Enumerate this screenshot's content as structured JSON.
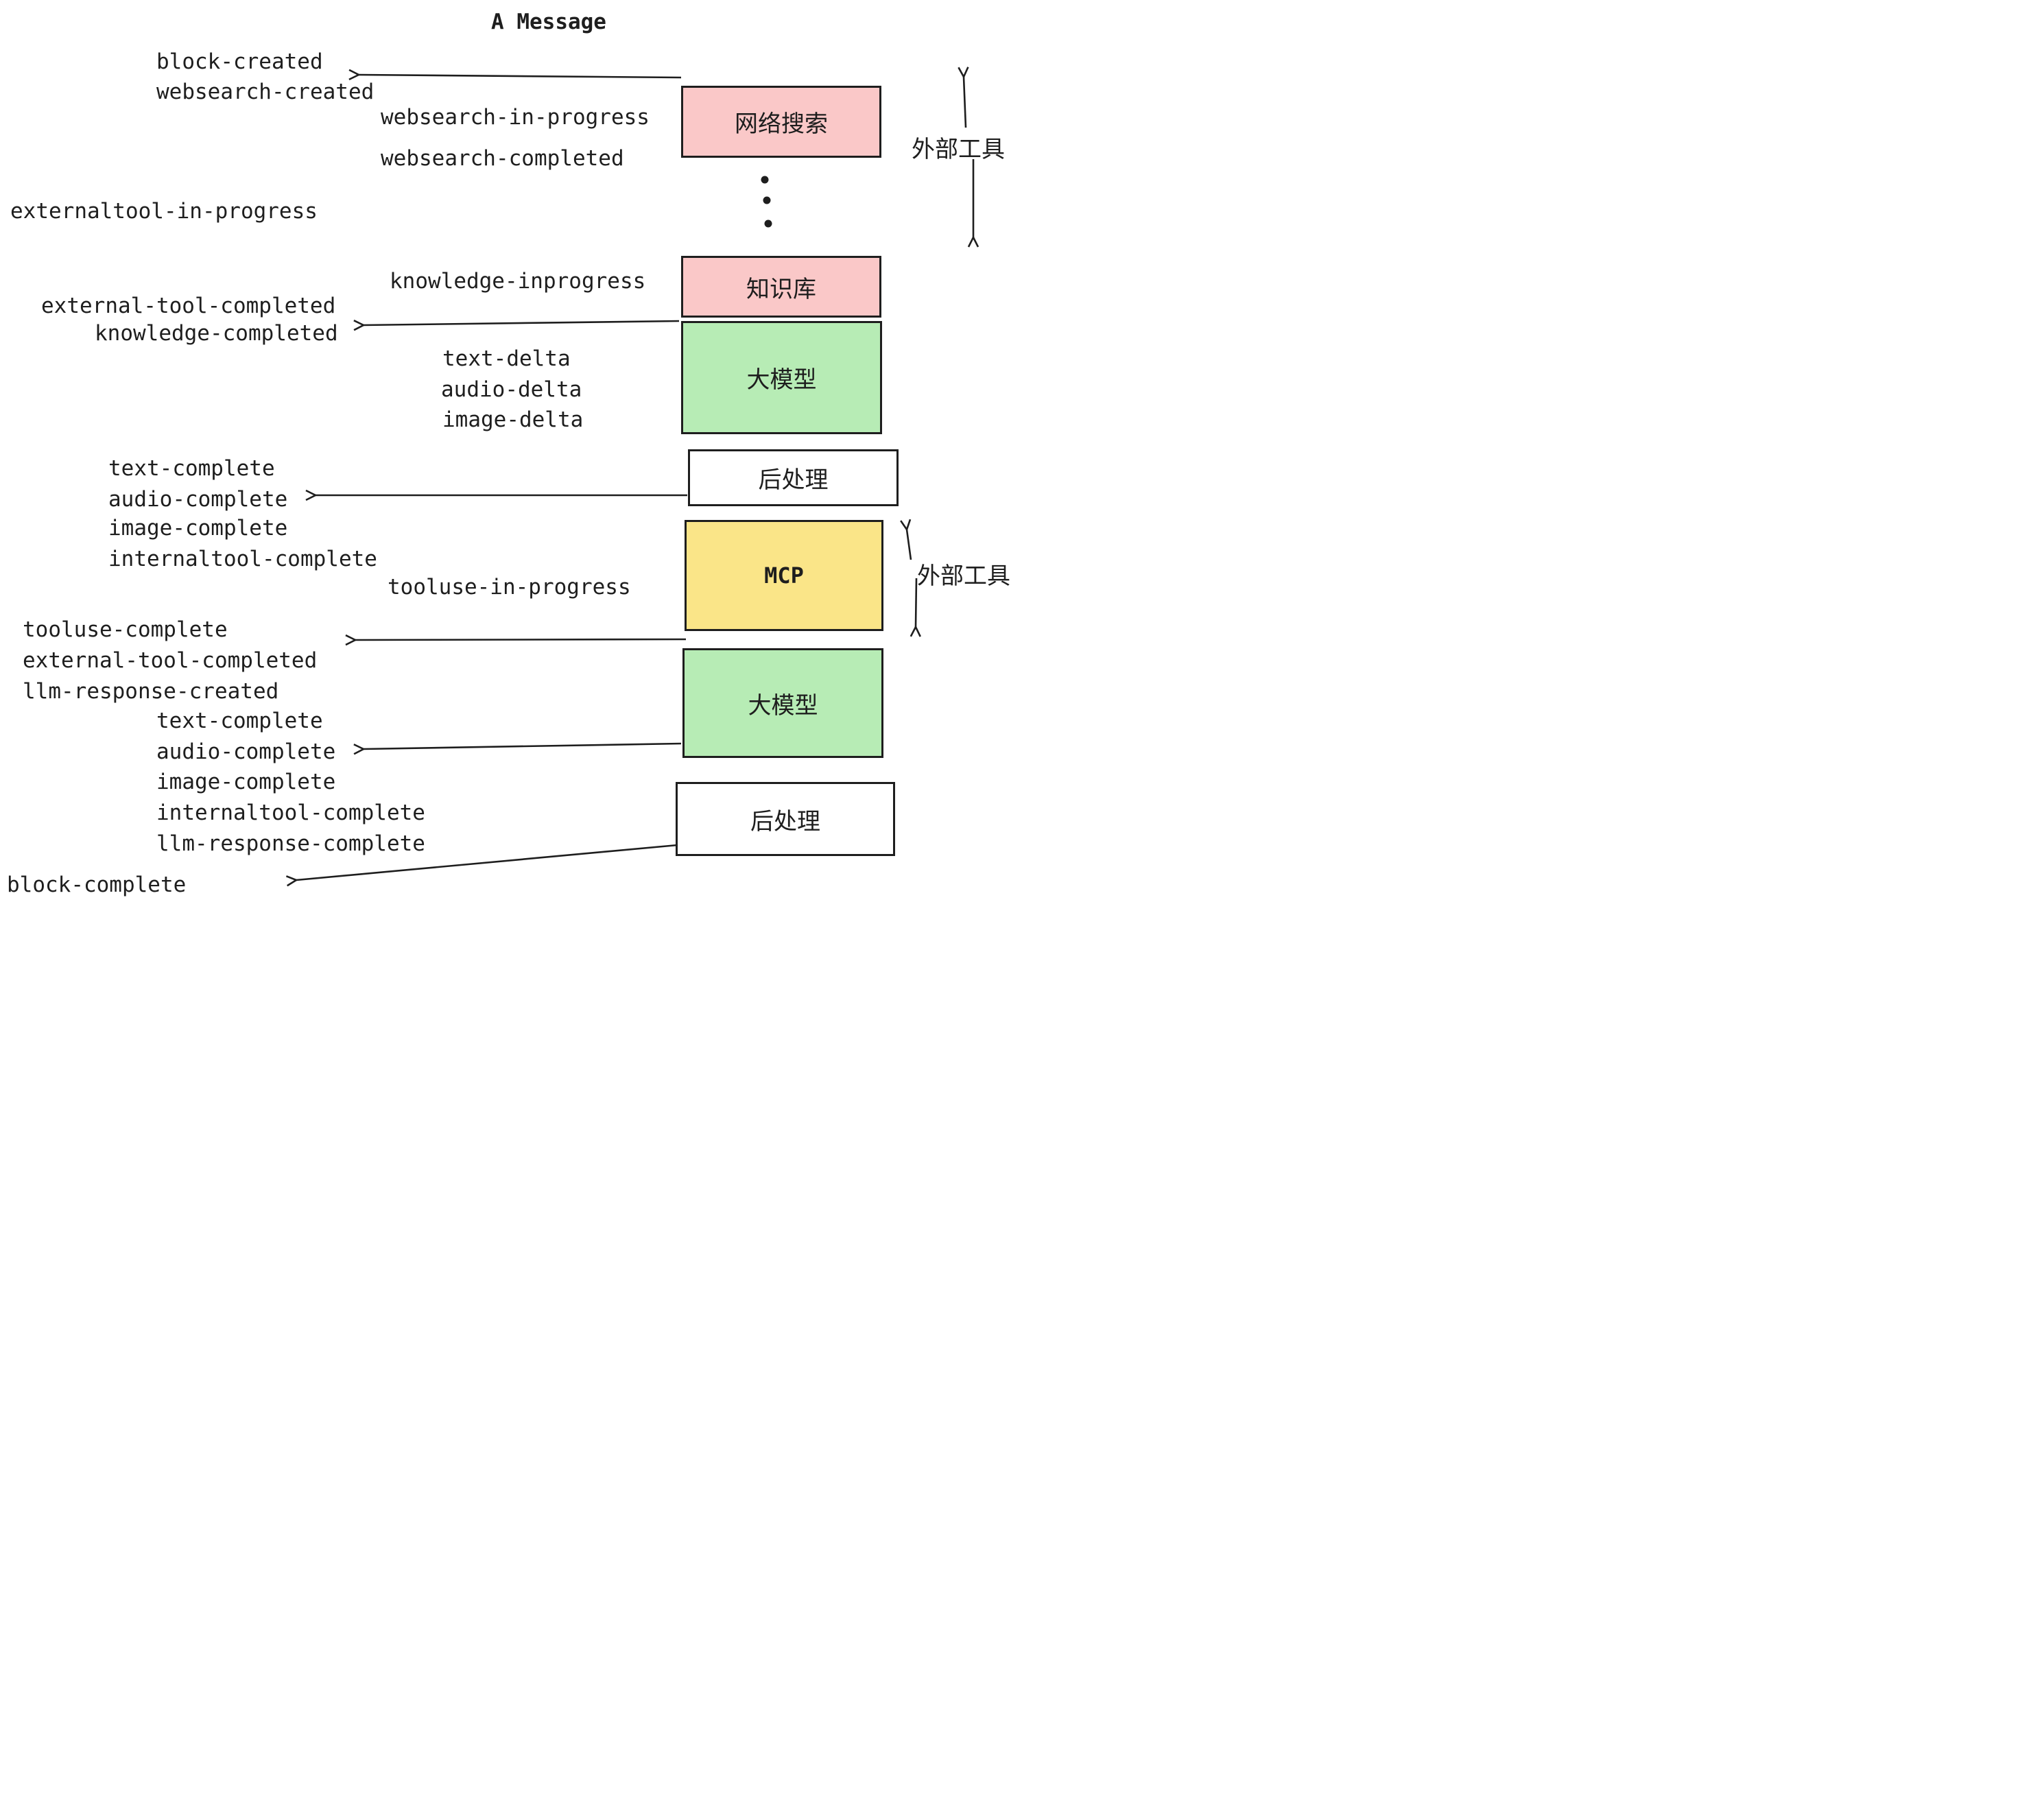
{
  "title": "A Message",
  "colors": {
    "box_pink": "#fac8c8",
    "box_green": "#b7ecb5",
    "box_yellow": "#fae588",
    "box_white": "#ffffff",
    "stroke": "#1e1e1e"
  },
  "boxes": [
    {
      "id": "websearch",
      "label": "网络搜索",
      "color": "pink"
    },
    {
      "id": "knowledge",
      "label": "知识库",
      "color": "pink"
    },
    {
      "id": "llm-1",
      "label": "大模型",
      "color": "green"
    },
    {
      "id": "post-1",
      "label": "后处理",
      "color": "white"
    },
    {
      "id": "mcp",
      "label": "MCP",
      "color": "yellow"
    },
    {
      "id": "llm-2",
      "label": "大模型",
      "color": "green"
    },
    {
      "id": "post-2",
      "label": "后处理",
      "color": "white"
    }
  ],
  "side_annotations": [
    {
      "label": "外部工具"
    },
    {
      "label": "外部工具"
    }
  ],
  "events": [
    {
      "text": "block-created"
    },
    {
      "text": "websearch-created"
    },
    {
      "text": "websearch-in-progress"
    },
    {
      "text": "websearch-completed"
    },
    {
      "text": "externaltool-in-progress"
    },
    {
      "text": "knowledge-inprogress"
    },
    {
      "text": "external-tool-completed"
    },
    {
      "text": "knowledge-completed"
    },
    {
      "text": "text-delta"
    },
    {
      "text": "audio-delta"
    },
    {
      "text": "image-delta"
    },
    {
      "text": "text-complete"
    },
    {
      "text": "audio-complete"
    },
    {
      "text": "image-complete"
    },
    {
      "text": "internaltool-complete"
    },
    {
      "text": "tooluse-in-progress"
    },
    {
      "text": "tooluse-complete"
    },
    {
      "text": "external-tool-completed"
    },
    {
      "text": "llm-response-created"
    },
    {
      "text": "text-complete"
    },
    {
      "text": "audio-complete"
    },
    {
      "text": "image-complete"
    },
    {
      "text": "internaltool-complete"
    },
    {
      "text": "llm-response-complete"
    },
    {
      "text": "block-complete"
    }
  ]
}
